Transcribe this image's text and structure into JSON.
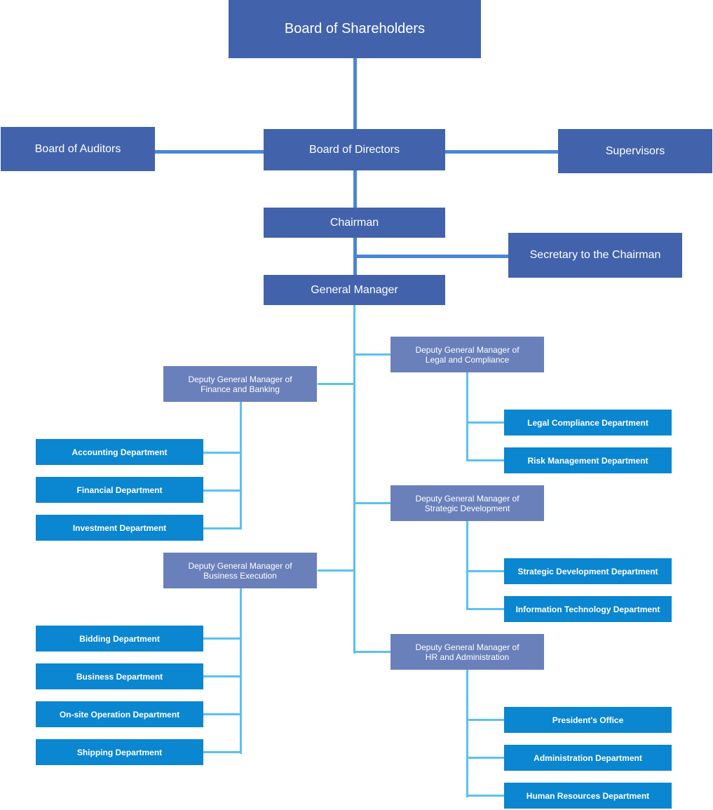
{
  "colors": {
    "executive_box": "#4263ab",
    "deputy_box": "#6a80bb",
    "department_box": "#0b86d0",
    "executive_connector": "#4a86d8",
    "department_connector": "#5bc1ef"
  },
  "executive": {
    "board_of_shareholders": "Board of Shareholders",
    "board_of_auditors": "Board of Auditors",
    "board_of_directors": "Board of Directors",
    "supervisors": "Supervisors",
    "chairman": "Chairman",
    "secretary": "Secretary to the Chairman",
    "general_manager": "General Manager"
  },
  "deputies": {
    "finance_banking": {
      "title": "Deputy General Manager of\nFinance and Banking",
      "departments": [
        "Accounting Department",
        "Financial Department",
        "Investment Department"
      ]
    },
    "business_execution": {
      "title": "Deputy General Manager of\nBusiness Execution",
      "departments": [
        "Bidding Department",
        "Business Department",
        "On-site Operation Department",
        "Shipping Department"
      ]
    },
    "legal_compliance": {
      "title": "Deputy General Manager of\nLegal and Compliance",
      "departments": [
        "Legal Compliance Department",
        "Risk Management Department"
      ]
    },
    "strategic_development": {
      "title": "Deputy General Manager of\nStrategic Development",
      "departments": [
        "Strategic Development Department",
        "Information Technology Department"
      ]
    },
    "hr_administration": {
      "title": "Deputy General Manager of\nHR and Administration",
      "departments": [
        "President's Office",
        "Administration Department",
        "Human Resources Department"
      ]
    }
  }
}
